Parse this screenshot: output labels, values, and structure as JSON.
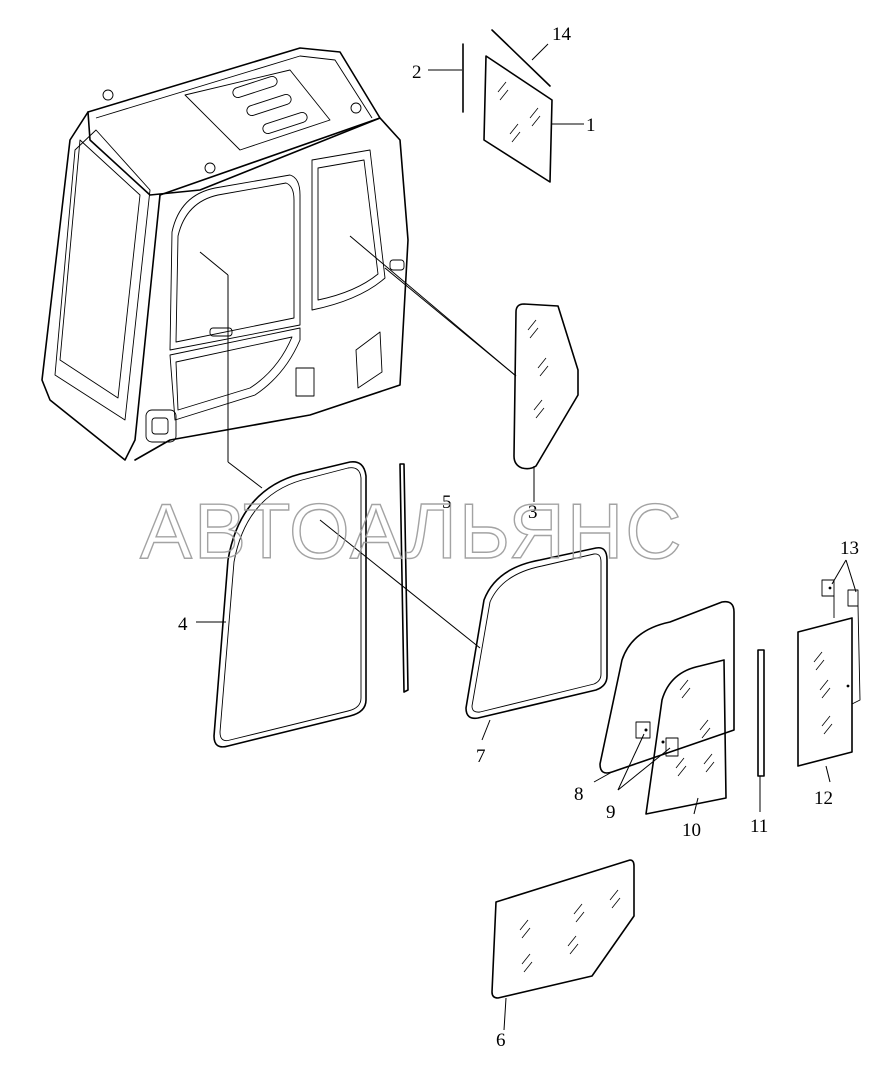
{
  "watermark": "АВТОАЛЬЯНС",
  "callouts": [
    {
      "id": "1",
      "label": "1"
    },
    {
      "id": "2",
      "label": "2"
    },
    {
      "id": "3",
      "label": "3"
    },
    {
      "id": "4",
      "label": "4"
    },
    {
      "id": "5",
      "label": "5"
    },
    {
      "id": "6",
      "label": "6"
    },
    {
      "id": "7",
      "label": "7"
    },
    {
      "id": "8",
      "label": "8"
    },
    {
      "id": "9",
      "label": "9"
    },
    {
      "id": "10",
      "label": "10"
    },
    {
      "id": "11",
      "label": "11"
    },
    {
      "id": "12",
      "label": "12"
    },
    {
      "id": "13",
      "label": "13"
    },
    {
      "id": "14",
      "label": "14"
    }
  ]
}
